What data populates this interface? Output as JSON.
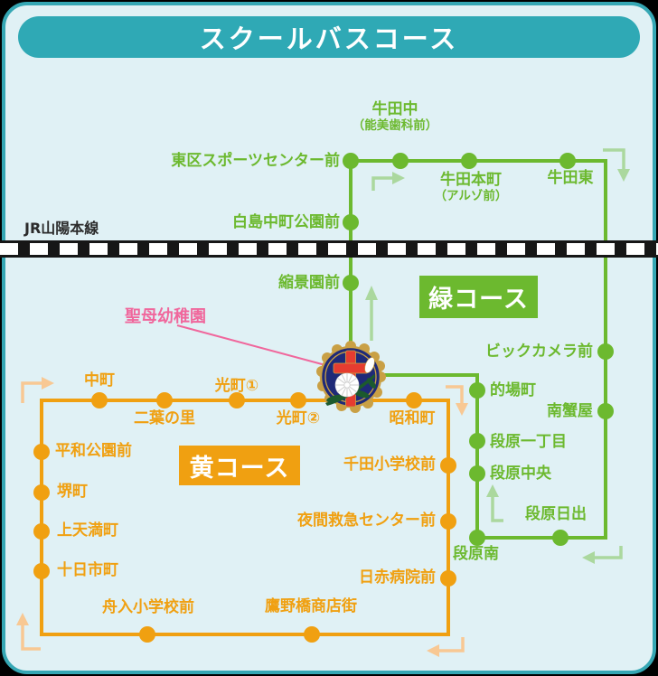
{
  "title": "スクールバスコース",
  "railway": {
    "label": "JR山陽本線"
  },
  "kindergarten": {
    "label": "聖母幼稚園"
  },
  "colors": {
    "teal": "#2fa9b5",
    "panel_bg": "#e0f1f5",
    "panel_border": "#35a7b4",
    "green": "#6cb92f",
    "green_light": "#abd89e",
    "orange": "#f0a011",
    "orange_light": "#f8c893",
    "pink": "#f0679c",
    "rail_black": "#161616",
    "badge_navy": "#1f2a78",
    "badge_gold": "#c9a045",
    "badge_red": "#e63c30",
    "badge_leaf": "#1c5a2e"
  },
  "routes": [
    {
      "id": "green",
      "label": "緑コース",
      "color_key": "green",
      "stops": [
        {
          "name": "縮景園前",
          "align": "right",
          "dot": [
            388,
            313
          ],
          "label": [
            376,
            304
          ]
        },
        {
          "name": "白島中町公園前",
          "align": "right",
          "dot": [
            388,
            246
          ],
          "label": [
            376,
            237
          ]
        },
        {
          "name": "東区スポーツセンター前",
          "align": "right",
          "dot": [
            388,
            178
          ],
          "label": [
            376,
            169
          ]
        },
        {
          "name": "牛田中",
          "sub": "（能美歯科前）",
          "align": "center",
          "dot": [
            443,
            178
          ],
          "label": [
            437,
            112
          ]
        },
        {
          "name": "牛田本町",
          "sub": "（アルゾ前）",
          "align": "center",
          "dot": [
            519,
            178
          ],
          "label": [
            521,
            190
          ]
        },
        {
          "name": "牛田東",
          "align": "center",
          "dot": [
            628,
            178
          ],
          "label": [
            631,
            188
          ]
        },
        {
          "name": "ビックカメラ前",
          "align": "right",
          "dot": [
            670,
            389
          ],
          "label": [
            656,
            380
          ]
        },
        {
          "name": "的場町",
          "align": "left",
          "dot": [
            528,
            432
          ],
          "label": [
            542,
            423
          ]
        },
        {
          "name": "南蟹屋",
          "align": "right",
          "dot": [
            670,
            455
          ],
          "label": [
            656,
            446
          ]
        },
        {
          "name": "段原一丁目",
          "align": "left",
          "dot": [
            528,
            488
          ],
          "label": [
            542,
            480
          ]
        },
        {
          "name": "段原中央",
          "align": "left",
          "dot": [
            528,
            524
          ],
          "label": [
            542,
            515
          ]
        },
        {
          "name": "段原日出",
          "align": "left",
          "dot": [
            620,
            595
          ],
          "label": [
            581,
            560
          ]
        },
        {
          "name": "段原南",
          "align": "left",
          "dot": [
            528,
            595
          ],
          "label": [
            501,
            604
          ]
        }
      ]
    },
    {
      "id": "yellow",
      "label": "黄コース",
      "color_key": "orange",
      "stops": [
        {
          "name": "中町",
          "align": "center",
          "dot": [
            110,
            443
          ],
          "label": [
            110,
            412
          ]
        },
        {
          "name": "二葉の里",
          "align": "center",
          "dot": [
            182,
            443
          ],
          "label": [
            182,
            454
          ]
        },
        {
          "name": "光町①",
          "align": "center",
          "dot": [
            262,
            443
          ],
          "label": [
            262,
            418
          ]
        },
        {
          "name": "光町②",
          "align": "center",
          "dot": [
            330,
            443
          ],
          "label": [
            330,
            454
          ]
        },
        {
          "name": "昭和町",
          "align": "center",
          "dot": [
            458,
            443
          ],
          "label": [
            456,
            454
          ]
        },
        {
          "name": "千田小学校前",
          "align": "right",
          "dot": [
            496,
            515
          ],
          "label": [
            482,
            505
          ]
        },
        {
          "name": "夜間救急センター前",
          "align": "right",
          "dot": [
            496,
            577
          ],
          "label": [
            482,
            567
          ]
        },
        {
          "name": "日赤病院前",
          "align": "right",
          "dot": [
            496,
            640
          ],
          "label": [
            482,
            630
          ]
        },
        {
          "name": "鷹野橋商店街",
          "align": "center",
          "dot": [
            345,
            702
          ],
          "label": [
            344,
            662
          ]
        },
        {
          "name": "舟入小学校前",
          "align": "center",
          "dot": [
            163,
            702
          ],
          "label": [
            164,
            663
          ]
        },
        {
          "name": "十日市町",
          "align": "left",
          "dot": [
            46,
            632
          ],
          "label": [
            63,
            622
          ]
        },
        {
          "name": "上天満町",
          "align": "left",
          "dot": [
            46,
            588
          ],
          "label": [
            63,
            578
          ]
        },
        {
          "name": "堺町",
          "align": "left",
          "dot": [
            46,
            545
          ],
          "label": [
            63,
            535
          ]
        },
        {
          "name": "平和公園前",
          "align": "left",
          "dot": [
            46,
            500
          ],
          "label": [
            61,
            490
          ]
        }
      ]
    }
  ]
}
